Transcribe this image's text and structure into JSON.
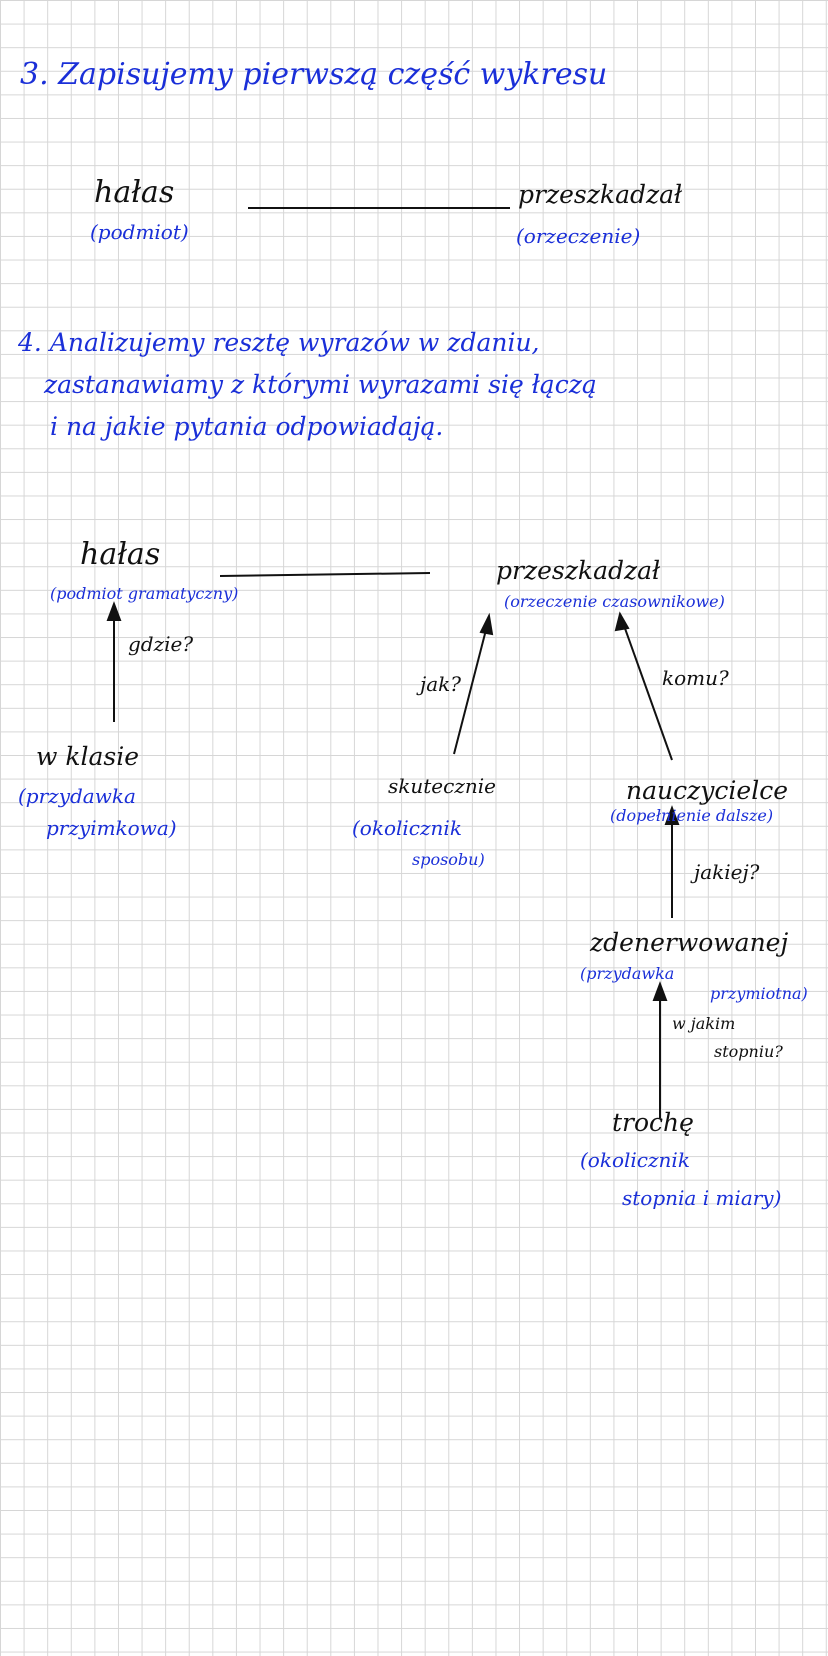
{
  "step3": {
    "heading": "3. Zapisujemy pierwszą część wykresu",
    "subject_word": "hałas",
    "subject_role": "(podmiot)",
    "predicate_word": "przeszkadzał",
    "predicate_role": "(orzeczenie)"
  },
  "step4": {
    "line1": "4. Analizujemy resztę wyrazów w zdaniu,",
    "line2": "zastanawiamy z którymi wyrazami się łączą",
    "line3": "i na jakie pytania odpowiadają."
  },
  "diagram": {
    "subject_word": "hałas",
    "subject_role": "(podmiot gramatyczny)",
    "predicate_word": "przeszkadzał",
    "predicate_role": "(orzeczenie czasownikowe)",
    "q_gdzie": "gdzie?",
    "q_jak": "jak?",
    "q_komu": "komu?",
    "q_jakiej": "jakiej?",
    "q_stopien_1": "w jakim",
    "q_stopien_2": "stopniu?",
    "w_klasie_word": "w klasie",
    "w_klasie_role_1": "(przydawka",
    "w_klasie_role_2": "przyimkowa)",
    "skutecznie_word": "skutecznie",
    "skutecznie_role_1": "(okolicznik",
    "skutecznie_role_2": "sposobu)",
    "nauczycielce_word": "nauczycielce",
    "nauczycielce_role": "(dopełnienie dalsze)",
    "zdenerwowanej_word": "zdenerwowanej",
    "zdenerwowanej_role_1": "(przydawka",
    "zdenerwowanej_role_2": "przymiotna)",
    "troche_word": "trochę",
    "troche_role_1": "(okolicznik",
    "troche_role_2": "stopnia i miary)"
  },
  "colors": {
    "ink_blue": "#1a2fd8",
    "ink_black": "#111111",
    "grid": "#d6d6d6"
  }
}
